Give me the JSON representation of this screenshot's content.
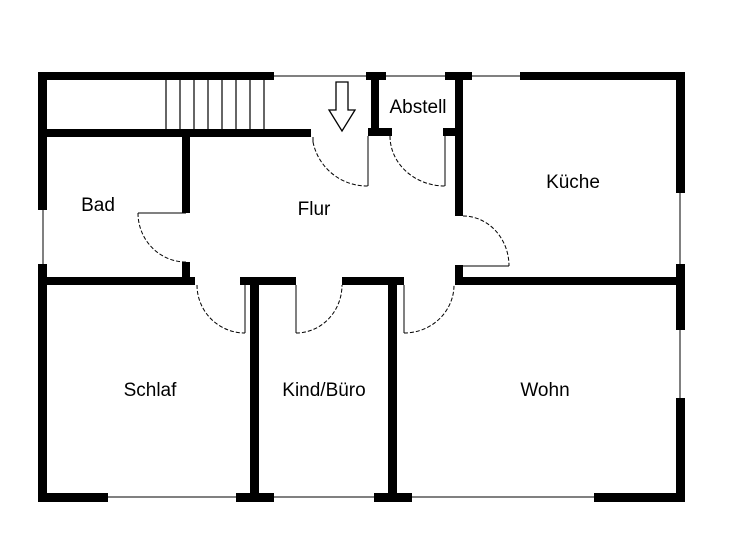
{
  "rooms": {
    "abstell": "Abstell",
    "kueche": "Küche",
    "bad": "Bad",
    "flur": "Flur",
    "schlaf": "Schlaf",
    "kind_buero": "Kind/Büro",
    "wohn": "Wohn"
  },
  "symbols": {
    "entry": "arrow-down-icon",
    "stairs": "stairs"
  },
  "colors": {
    "wall": "#000000",
    "background": "#ffffff"
  }
}
